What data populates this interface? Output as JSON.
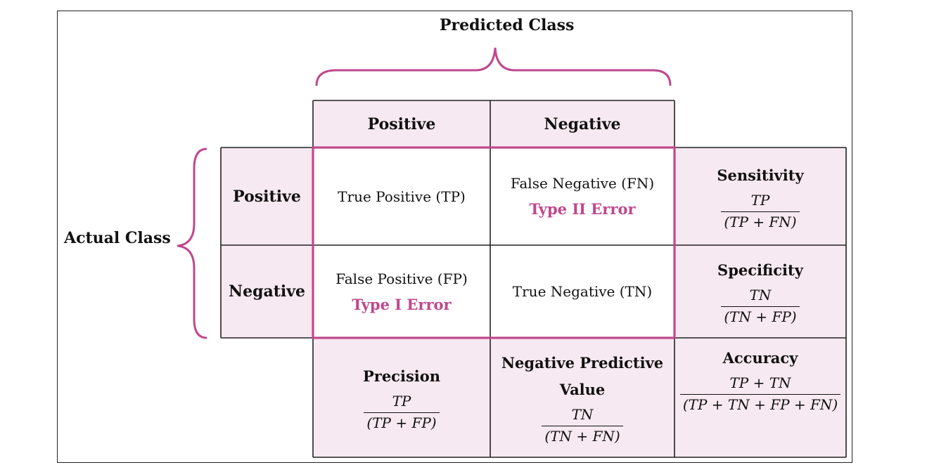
{
  "colors": {
    "accent": "#c0478d",
    "header_fill": "#f7e9f1",
    "grid_line": "#222222"
  },
  "labels": {
    "predicted_class": "Predicted Class",
    "actual_class": "Actual Class"
  },
  "columns": {
    "positive": "Positive",
    "negative": "Negative"
  },
  "rows": {
    "positive": "Positive",
    "negative": "Negative"
  },
  "matrix": {
    "tp": {
      "text": "True Positive (TP)"
    },
    "fn": {
      "text": "False Negative (FN)",
      "error": "Type II Error"
    },
    "fp": {
      "text": "False Positive (FP)",
      "error": "Type I Error"
    },
    "tn": {
      "text": "True Negative (TN)"
    }
  },
  "metrics": {
    "sensitivity": {
      "title": "Sensitivity",
      "num": "TP",
      "den": "(TP + FN)"
    },
    "specificity": {
      "title": "Specificity",
      "num": "TN",
      "den": "(TN + FP)"
    },
    "precision": {
      "title": "Precision",
      "num": "TP",
      "den": "(TP + FP)"
    },
    "npv": {
      "title_line1": "Negative Predictive",
      "title_line2": "Value",
      "num": "TN",
      "den": "(TN + FN)"
    },
    "accuracy": {
      "title": "Accuracy",
      "num": "TP + TN",
      "den": "(TP + TN + FP + FN)"
    }
  }
}
